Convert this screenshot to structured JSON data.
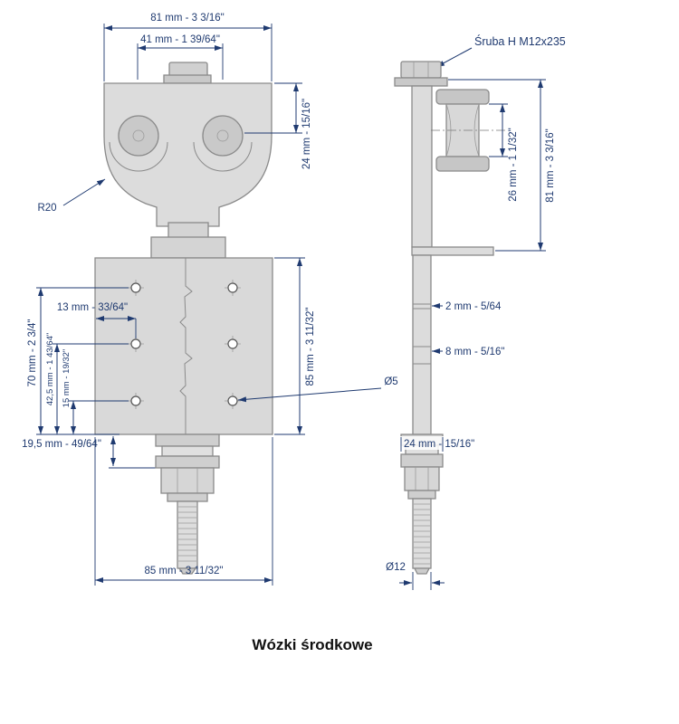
{
  "title": "Wózki środkowe",
  "colors": {
    "dimension_blue": "#1f3a70",
    "part_outline_gray": "#8a8a8a",
    "part_fill_light": "#dcdcdc",
    "part_fill_mid": "#cfcfcf",
    "title_text": "#111111"
  },
  "front": {
    "dim_overall_width": "81 mm - 3 3/16\"",
    "dim_roller_spacing": "41 mm - 1 39/64\"",
    "dim_body_height": "24 mm - 15/16\"",
    "radius_label": "R20",
    "dim_hole_inset": "13 mm - 33/64\"",
    "dim_hole_span_outer": "70 mm - 2 3/4\"",
    "dim_hole_span_mid": "42,5 mm - 1 43/64\"",
    "dim_hole_span_inner": "15 mm - 19/32\"",
    "dim_plate_height": "85 mm - 3 11/32\"",
    "hole_diameter": "Ø5",
    "dim_plate_to_nut": "19,5 mm - 49/64\"",
    "dim_plate_width": "85 mm - 3 11/32\""
  },
  "side": {
    "screw_label": "Śruba H M12x235",
    "dim_pulley": "26 mm - 1 1/32\"",
    "dim_bracket_height": "81 mm - 3 3/16\"",
    "dim_washer_gap": "2 mm - 5/64",
    "dim_shaft_section": "8 mm - 5/16\"",
    "dim_bushing_width": "24 mm - 15/16\"",
    "shaft_diameter": "Ø12"
  }
}
